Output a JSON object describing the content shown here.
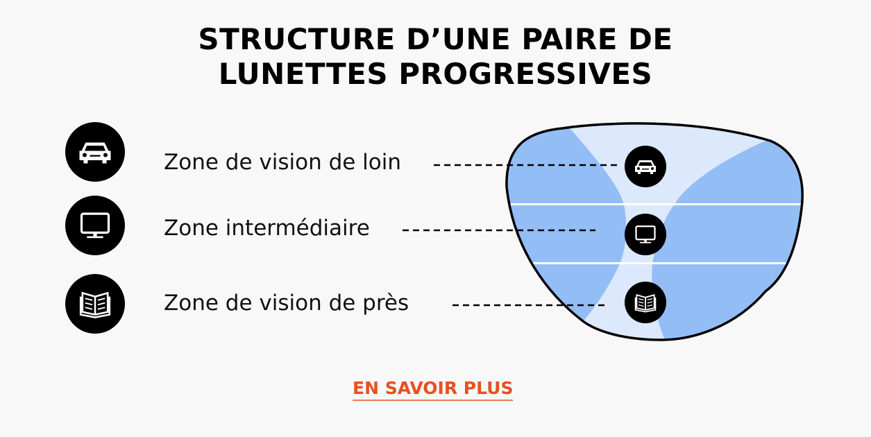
{
  "title": {
    "line1": "STRUCTURE D’UNE PAIRE DE",
    "line2": "LUNETTES PROGRESSIVES"
  },
  "zones": [
    {
      "label": "Zone de vision de loin",
      "icon": "car-icon"
    },
    {
      "label": "Zone intermédiaire",
      "icon": "monitor-icon"
    },
    {
      "label": "Zone de vision de près",
      "icon": "book-icon"
    }
  ],
  "cta": {
    "label": "EN SAVOIR PLUS"
  },
  "colors": {
    "accent": "#e8501e",
    "lens_light": "#dce8fb",
    "lens_dark": "#93bdf5"
  }
}
